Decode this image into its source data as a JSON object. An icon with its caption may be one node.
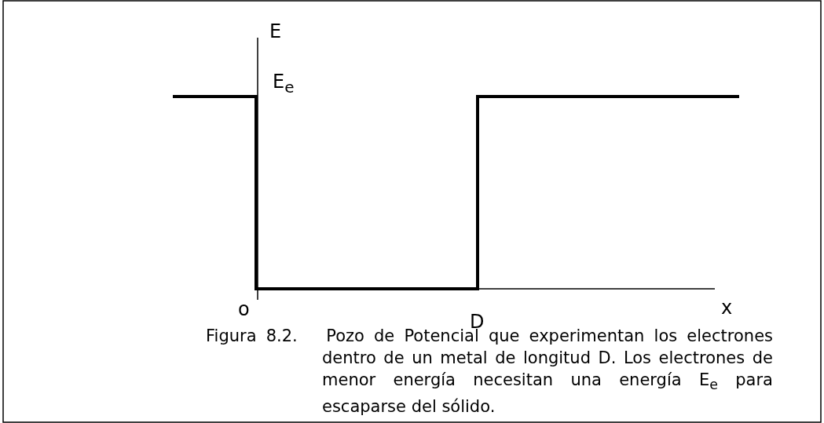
{
  "diagram": {
    "caption": "Figura 8.2.   Pozo de Potencial que experimentan los electrones dentro de un metal de longitud D. Los electrones de menor energía necesitan una energía E$_{e}$ para escaparse del sólido.",
    "labels": [
      "E",
      "E$_{e}$",
      "x",
      "o",
      "D"
    ]
  }
}
